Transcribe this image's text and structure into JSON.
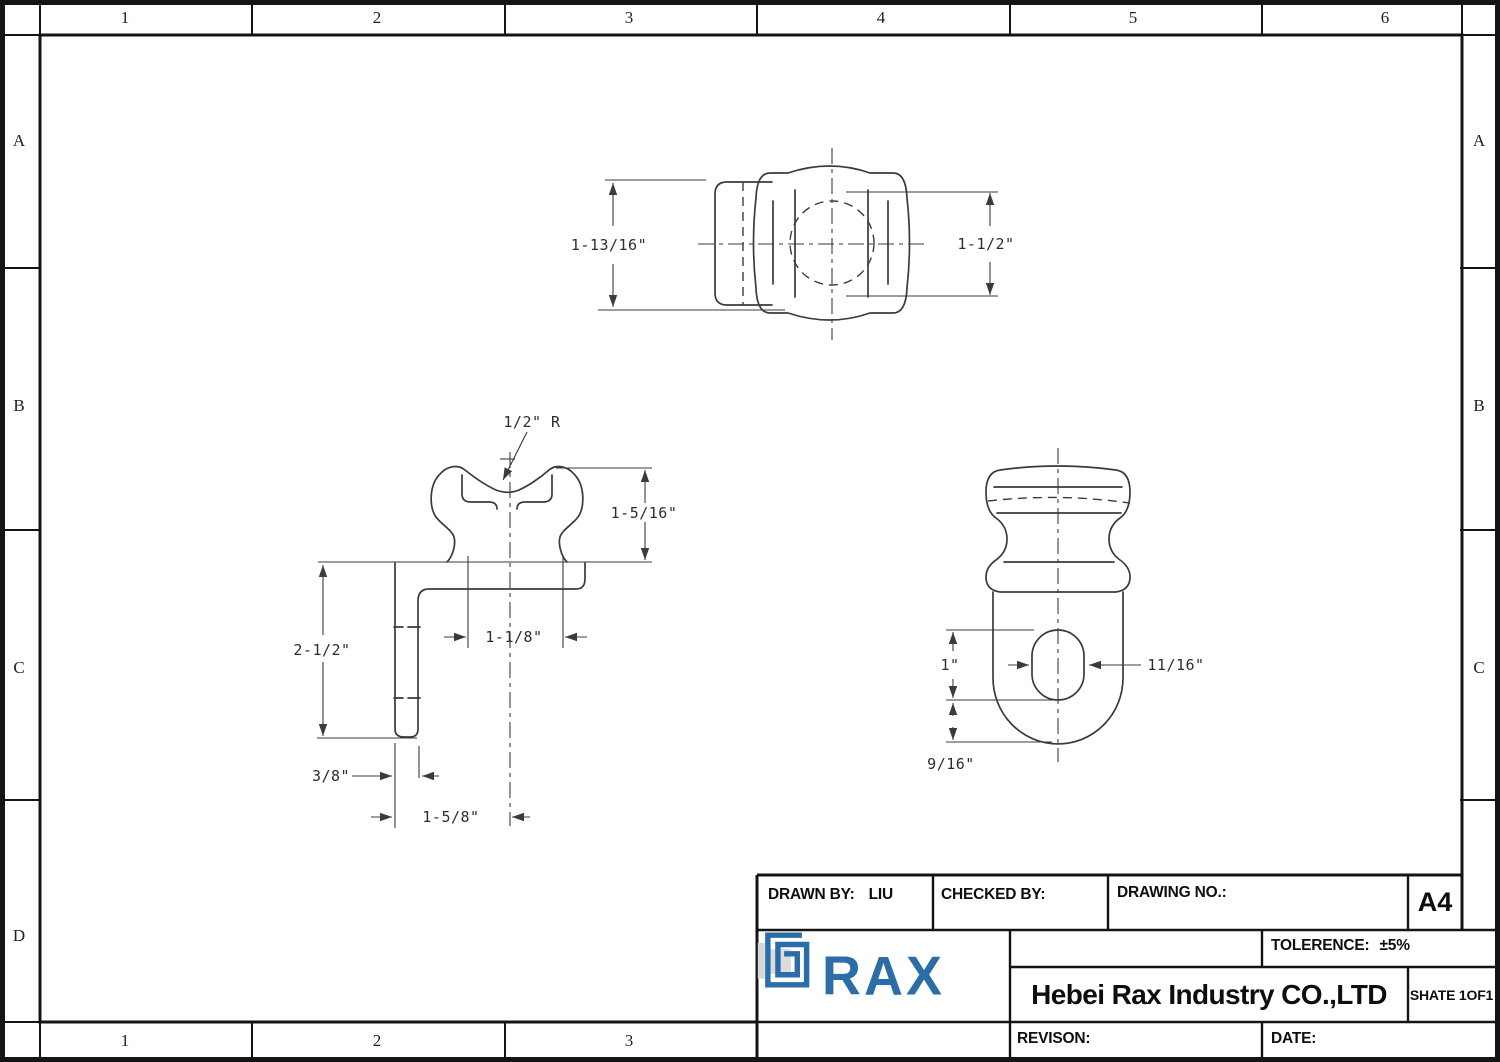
{
  "sheet": {
    "top_labels": [
      "1",
      "2",
      "3",
      "4",
      "5",
      "6"
    ],
    "bottom_labels": [
      "1",
      "2",
      "3"
    ],
    "left_labels": [
      "A",
      "B",
      "C",
      "D"
    ],
    "right_labels": [
      "A",
      "B",
      "C"
    ]
  },
  "dims": {
    "top_width": "1-13/16\"",
    "top_height": "1-1/2\"",
    "radius": "1/2\"  R",
    "saddle_height": "1-5/16\"",
    "saddle_width": "1-1/8\"",
    "leg_length": "2-1/2\"",
    "leg_thickness": "3/8\"",
    "foot_offset": "1-5/8\"",
    "hole_height": "1\"",
    "hole_width": "11/16\"",
    "bottom_margin": "9/16\""
  },
  "title_block": {
    "drawn_by_label": "DRAWN BY:",
    "drawn_by_value": "LIU",
    "checked_by_label": "CHECKED BY:",
    "drawing_no_label": "DRAWING NO.:",
    "paper_size": "A4",
    "tolerance_label": "TOLERENCE:",
    "tolerance_value": "±5%",
    "company_name": "Hebei Rax Industry CO.,LTD",
    "sheet_note": "SHATE 1OF1",
    "revision_label": "REVISON:",
    "date_label": "DATE:",
    "logo_text": "RAX"
  },
  "colors": {
    "logo_blue": "#2b6da6",
    "line_dark": "#3b3b3b"
  }
}
